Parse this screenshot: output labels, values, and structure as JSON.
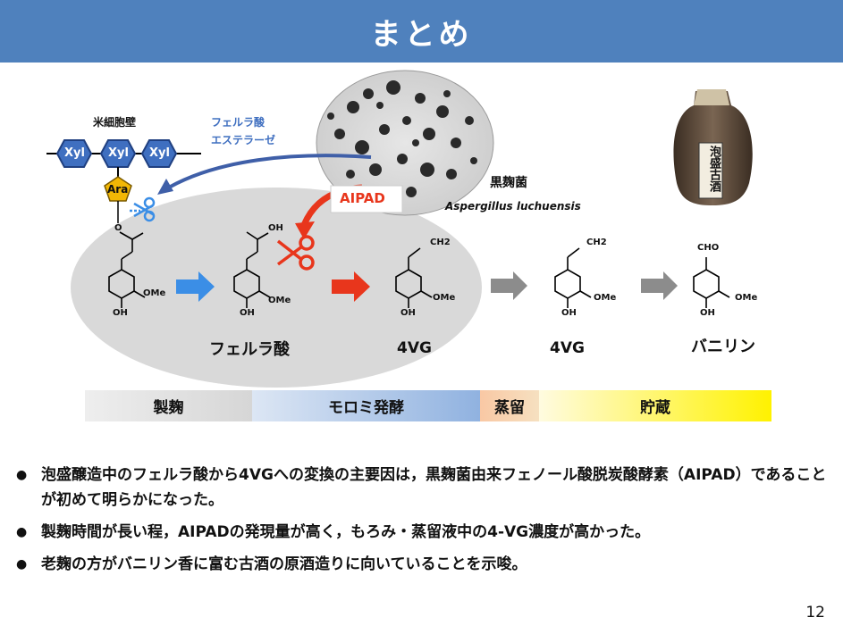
{
  "header": {
    "title": "まとめ"
  },
  "diagram": {
    "cell_wall_label": "米細胞壁",
    "xyl_units": [
      "Xyl",
      "Xyl",
      "Xyl"
    ],
    "ara_label": "Ara",
    "enzyme_label_line1": "フェルラ酸",
    "enzyme_label_line2": "エステラーゼ",
    "aipad_label": "AIPAD",
    "fungus_label": "黒麹菌",
    "fungus_species": "Aspergillus luchuensis",
    "jar_label": "泡盛古酒",
    "chem": {
      "ome": "OMe",
      "oh": "OH",
      "oh_acid": "OH",
      "o": "O",
      "ch2_1": "CH2",
      "ch2_2": "CH2",
      "cho": "CHO"
    },
    "compound_names": [
      "フェルラ酸",
      "4VG",
      "4VG",
      "バニリン"
    ],
    "colors": {
      "blue_arrow": "#3b8ee6",
      "red_arrow": "#e8361c",
      "grey_arrow": "#8c8c8c",
      "hex": "#3f6fc0",
      "ara": "#f2b705"
    }
  },
  "stages": [
    "製麹",
    "モロミ発酵",
    "蒸留",
    "貯蔵"
  ],
  "bullets": [
    "泡盛醸造中のフェルラ酸から4VGへの変換の主要因は，黒麹菌由来フェノール酸脱炭酸酵素（AIPAD）であることが初めて明らかになった。",
    "製麹時間が長い程，AIPADの発現量が高く，もろみ・蒸留液中の4-VG濃度が高かった。",
    "老麹の方がバニリン香に富む古酒の原酒造りに向いていることを示唆。"
  ],
  "page_number": "12"
}
